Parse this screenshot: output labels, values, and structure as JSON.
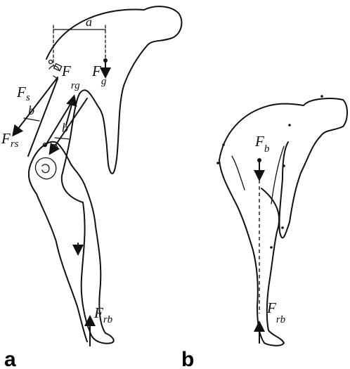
{
  "panel_a": {
    "label": "a",
    "dimension_a": "a",
    "dimension_b_upper": "b",
    "dimension_b_lower": "b",
    "force_s": {
      "main": "F",
      "sub": "s"
    },
    "force_rg": {
      "main": "F",
      "sub": "rg"
    },
    "force_g": {
      "main": "F",
      "sub": "g"
    },
    "force_rs": {
      "main": "F",
      "sub": "rs"
    },
    "force_rb": {
      "main": "F",
      "sub": "rb"
    }
  },
  "panel_b": {
    "label": "b",
    "force_b": {
      "main": "F",
      "sub": "b"
    },
    "force_rb": {
      "main": "F",
      "sub": "rb"
    }
  }
}
